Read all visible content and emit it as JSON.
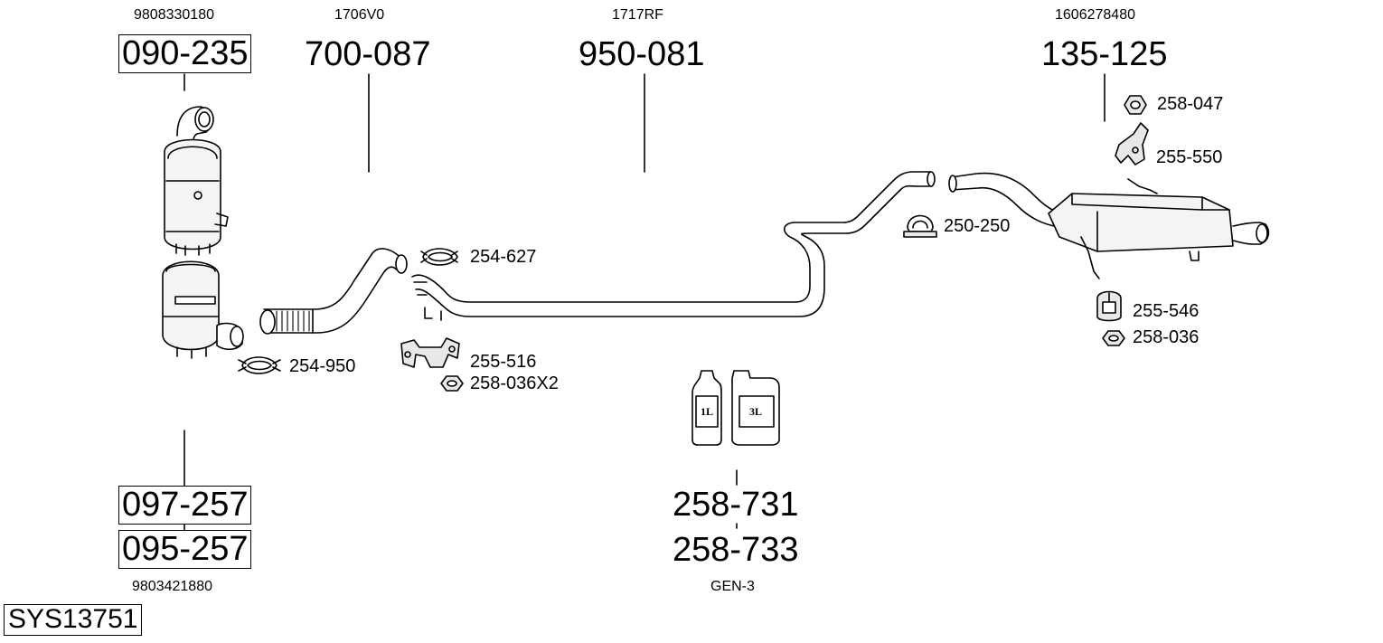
{
  "system_code": "SYS13751",
  "colors": {
    "line": "#000000",
    "pipe_fill": "#ffffff",
    "part_shade": "#e8e8e8",
    "background": "#ffffff"
  },
  "groups": {
    "front_cat": {
      "oem": "9808330180",
      "part_no": "090-235",
      "boxed": true
    },
    "front_pipe": {
      "oem": "1706V0",
      "part_no": "700-087",
      "boxed": false
    },
    "middle_pipe": {
      "oem": "1717RF",
      "part_no": "950-081",
      "boxed": false
    },
    "rear_silencer": {
      "oem": "1606278480",
      "part_no": "135-125",
      "boxed": false
    },
    "dpf_primary": {
      "part_no": "097-257",
      "boxed": true
    },
    "dpf_alternate": {
      "part_no": "095-257",
      "boxed": true,
      "oem": "9803421880"
    },
    "additive": {
      "part_no_1": "258-731",
      "part_no_2": "258-733",
      "note": "GEN-3",
      "can_small_label": "1L",
      "can_large_label": "3L"
    }
  },
  "fittings": [
    {
      "id": "clamp-254-627",
      "label": "254-627",
      "icon": "clamp-icon"
    },
    {
      "id": "clamp-254-950",
      "label": "254-950",
      "icon": "clamp-icon"
    },
    {
      "id": "bracket-255-516",
      "label": "255-516",
      "icon": "bracket-icon"
    },
    {
      "id": "nut-258-036x2",
      "label": "258-036X2",
      "icon": "nut-icon"
    },
    {
      "id": "clamp-250-250",
      "label": "250-250",
      "icon": "clamp-icon"
    },
    {
      "id": "nut-258-047",
      "label": "258-047",
      "icon": "nut-icon"
    },
    {
      "id": "bracket-255-550",
      "label": "255-550",
      "icon": "bracket-icon"
    },
    {
      "id": "hanger-255-546",
      "label": "255-546",
      "icon": "rubber-hanger-icon"
    },
    {
      "id": "nut-258-036",
      "label": "258-036",
      "icon": "nut-icon"
    }
  ]
}
